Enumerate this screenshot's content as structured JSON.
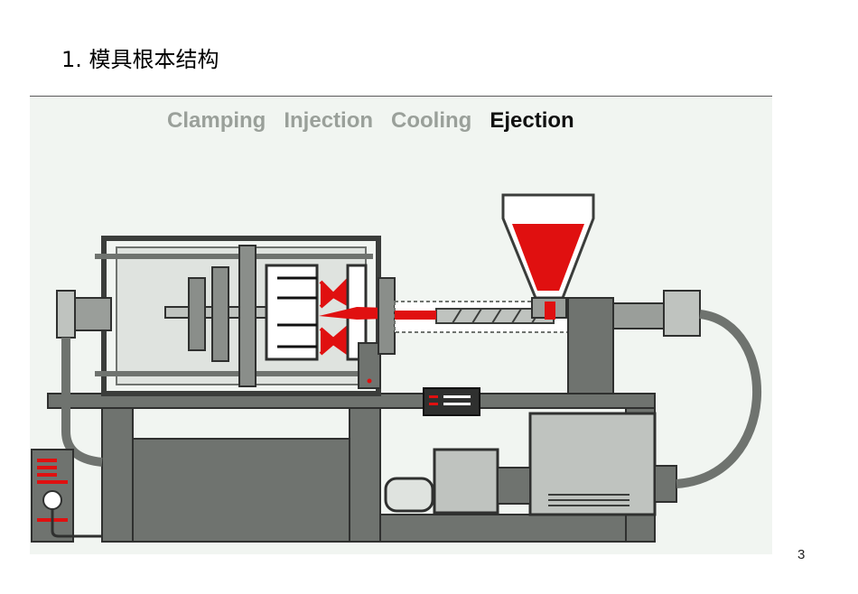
{
  "slide": {
    "title": "1. 模具根本结构",
    "page_number": "3"
  },
  "figure": {
    "stages": [
      {
        "label": "Clamping",
        "active": false
      },
      {
        "label": "Injection",
        "active": false
      },
      {
        "label": "Cooling",
        "active": false
      },
      {
        "label": "Ejection",
        "active": true
      }
    ],
    "colors": {
      "machine": "#6f736f",
      "machine_dark": "#3b3d3b",
      "machine_light": "#bfc3bf",
      "plastic": "#e01010",
      "background": "#f1f5f1"
    }
  }
}
